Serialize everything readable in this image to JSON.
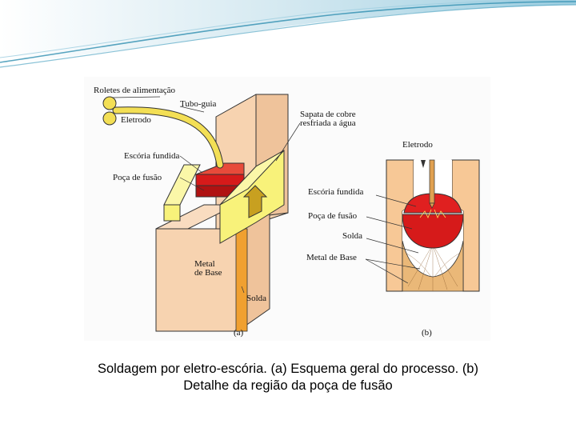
{
  "figure": {
    "panel_a": {
      "labels": {
        "feed_rollers": "Roletes de alimentação",
        "guide_tube": "Tubo-guia",
        "electrode": "Eletrodo",
        "copper_shoe_line1": "Sapata de cobre",
        "copper_shoe_line2": "resfriada a água",
        "molten_slag": "Escória fundida",
        "weld_pool": "Poça de fusão",
        "base_metal_line1": "Metal",
        "base_metal_line2": "de Base",
        "weld": "Solda"
      },
      "sublabel": "(a)"
    },
    "panel_b": {
      "labels": {
        "electrode": "Eletrodo",
        "molten_slag": "Escória fundida",
        "weld_pool": "Poça de fusão",
        "weld": "Solda",
        "base_metal": "Metal de Base"
      },
      "sublabel": "(b)"
    }
  },
  "caption": {
    "line1": "Soldagem por eletro-escória. (a) Esquema geral do processo. (b)",
    "line2": "Detalhe da região da poça de fusão"
  },
  "colors": {
    "metal": "#f7d3b0",
    "shoe": "#f8f27a",
    "molten": "#d61a1a",
    "weld": "#f0a030",
    "header_teal": "#2f8fb0"
  }
}
